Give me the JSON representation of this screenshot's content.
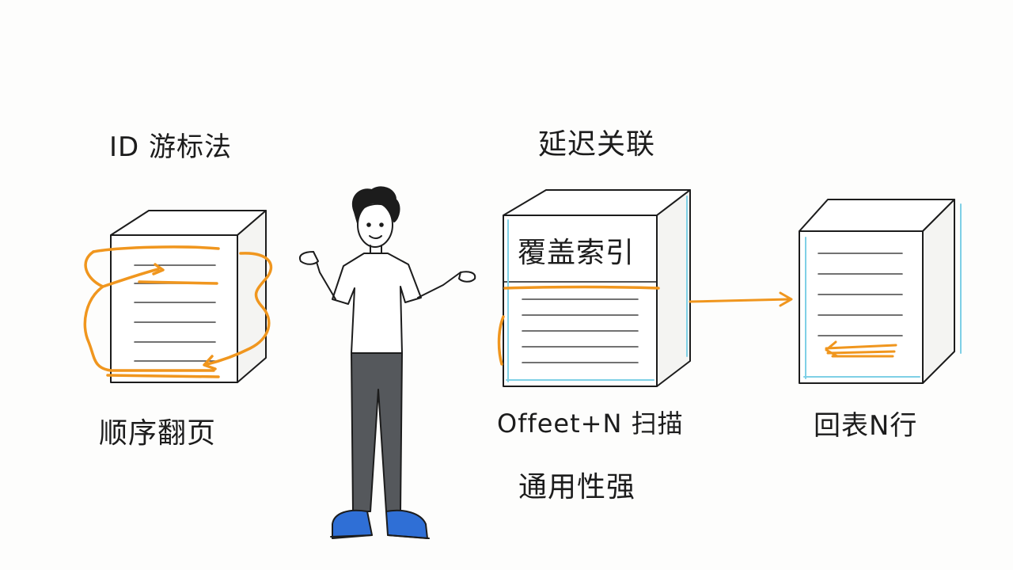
{
  "left": {
    "title": "ID  游标法",
    "caption": "顺序翻页"
  },
  "middle": {
    "title": "延迟关联",
    "box_label": "覆盖索引",
    "caption_1": "Offeet+N 扫描",
    "caption_2": "通用性强"
  },
  "right": {
    "caption": "回表N行"
  },
  "colors": {
    "accent_orange": "#f0961e",
    "ink": "#1c1c1c",
    "blue_tint": "#7fd0e6",
    "shirt": "#ffffff",
    "pants": "#55585c",
    "shoes": "#2f6fd6"
  }
}
